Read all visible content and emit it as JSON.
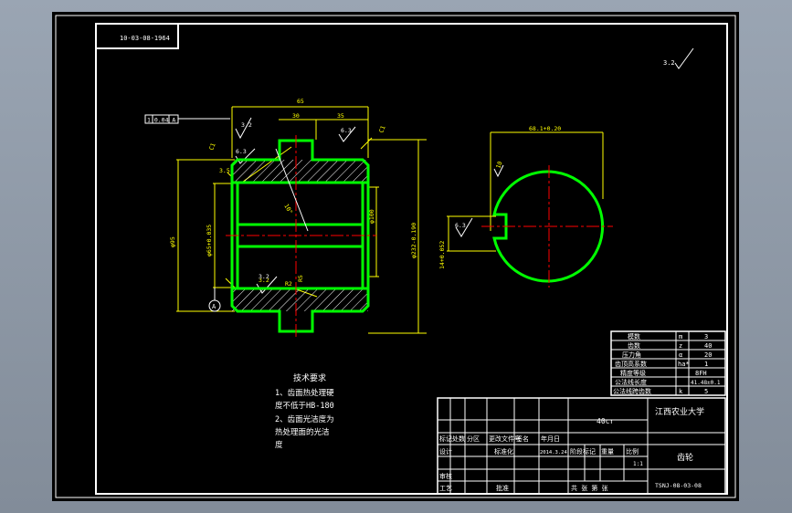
{
  "drawing_number": "10-03-08-1964",
  "corner_roughness": "3.2",
  "datum_symbol": "1 0.04 A",
  "datum_letter": "A",
  "roughness": {
    "r1": "3.2",
    "r2": "6.3",
    "r3": "6.3",
    "r4": "6.3",
    "r5": "3.2",
    "r6": "6.3"
  },
  "dims": {
    "width_total": "65",
    "d30": "30",
    "d35": "35",
    "chamfer_left": "C1",
    "chamfer_right": "C1",
    "left_step": "3.5",
    "d_phi95": "φ95",
    "d_bore": "φ65+0.035",
    "d_phi100": "φ100",
    "d_outer": "φ232-0.190",
    "angle": "10°",
    "keyway_bottom": "3.2",
    "r_small": "R2",
    "r_bottom": "R5",
    "keyway_width": "68.1+0.20",
    "keyway_depth": "14+0.052",
    "keyway_rough": "6.3",
    "kw_flag": "10"
  },
  "tech_req": {
    "title": "技术要求",
    "lines": [
      "1、齿面热处理硬",
      "度不低于HB-180",
      "2、齿面光洁度为",
      "热处理面的光洁",
      "度"
    ]
  },
  "params": [
    [
      "模数",
      "m",
      "3"
    ],
    [
      "齿数",
      "z",
      "40"
    ],
    [
      "压力角",
      "α",
      "20"
    ],
    [
      "齿顶高系数",
      "ha*",
      "1"
    ],
    [
      "精度等级",
      "",
      "8FH"
    ],
    [
      "公法线长度",
      "",
      "41.48±0.1"
    ],
    [
      "公法线跨齿数",
      "k",
      "5"
    ]
  ],
  "title_block": {
    "material": "40cr",
    "school": "江西农业大学",
    "part_name": "齿轮",
    "code": "TSNJ-08-03-08",
    "scale": "1:1",
    "row_labels": [
      "标记",
      "处数",
      "分区",
      "更改文件号",
      "签名",
      "年月日"
    ],
    "design": "设计",
    "standard": "标准化",
    "date": "2014.3.24",
    "stage_label": "阶段标记",
    "weight_label": "重量",
    "scale_label": "比例",
    "review": "审核",
    "process": "工艺",
    "approve": "批准",
    "sheets": "共 张 第 张"
  }
}
